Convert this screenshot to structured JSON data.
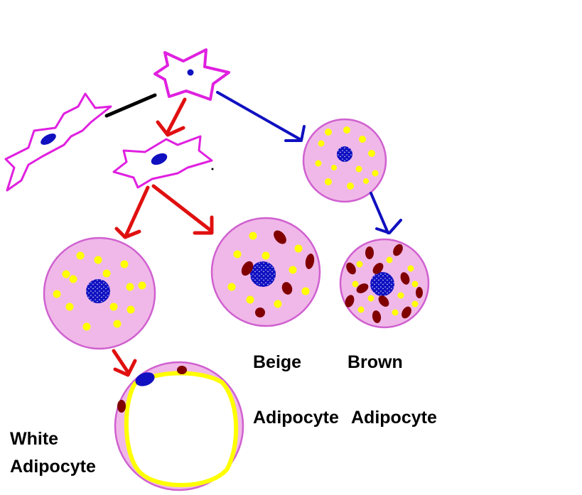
{
  "labels": {
    "beige": "Beige",
    "brown": "Brown",
    "adipocyte_beige": "Adipocyte",
    "adipocyte_brown": "Adipocyte",
    "white_line1": "White",
    "white_line2": "Adipocyte"
  },
  "colors": {
    "cell_fill": "#f0b8e8",
    "cell_outline": "#d060d0",
    "stem_outline": "#e020e0",
    "nucleus": "#1010c0",
    "lipid_yellow": "#ffff00",
    "mito_brown": "#800000",
    "arrow_red": "#e01010",
    "arrow_blue": "#1010c0",
    "line_black": "#000000"
  }
}
